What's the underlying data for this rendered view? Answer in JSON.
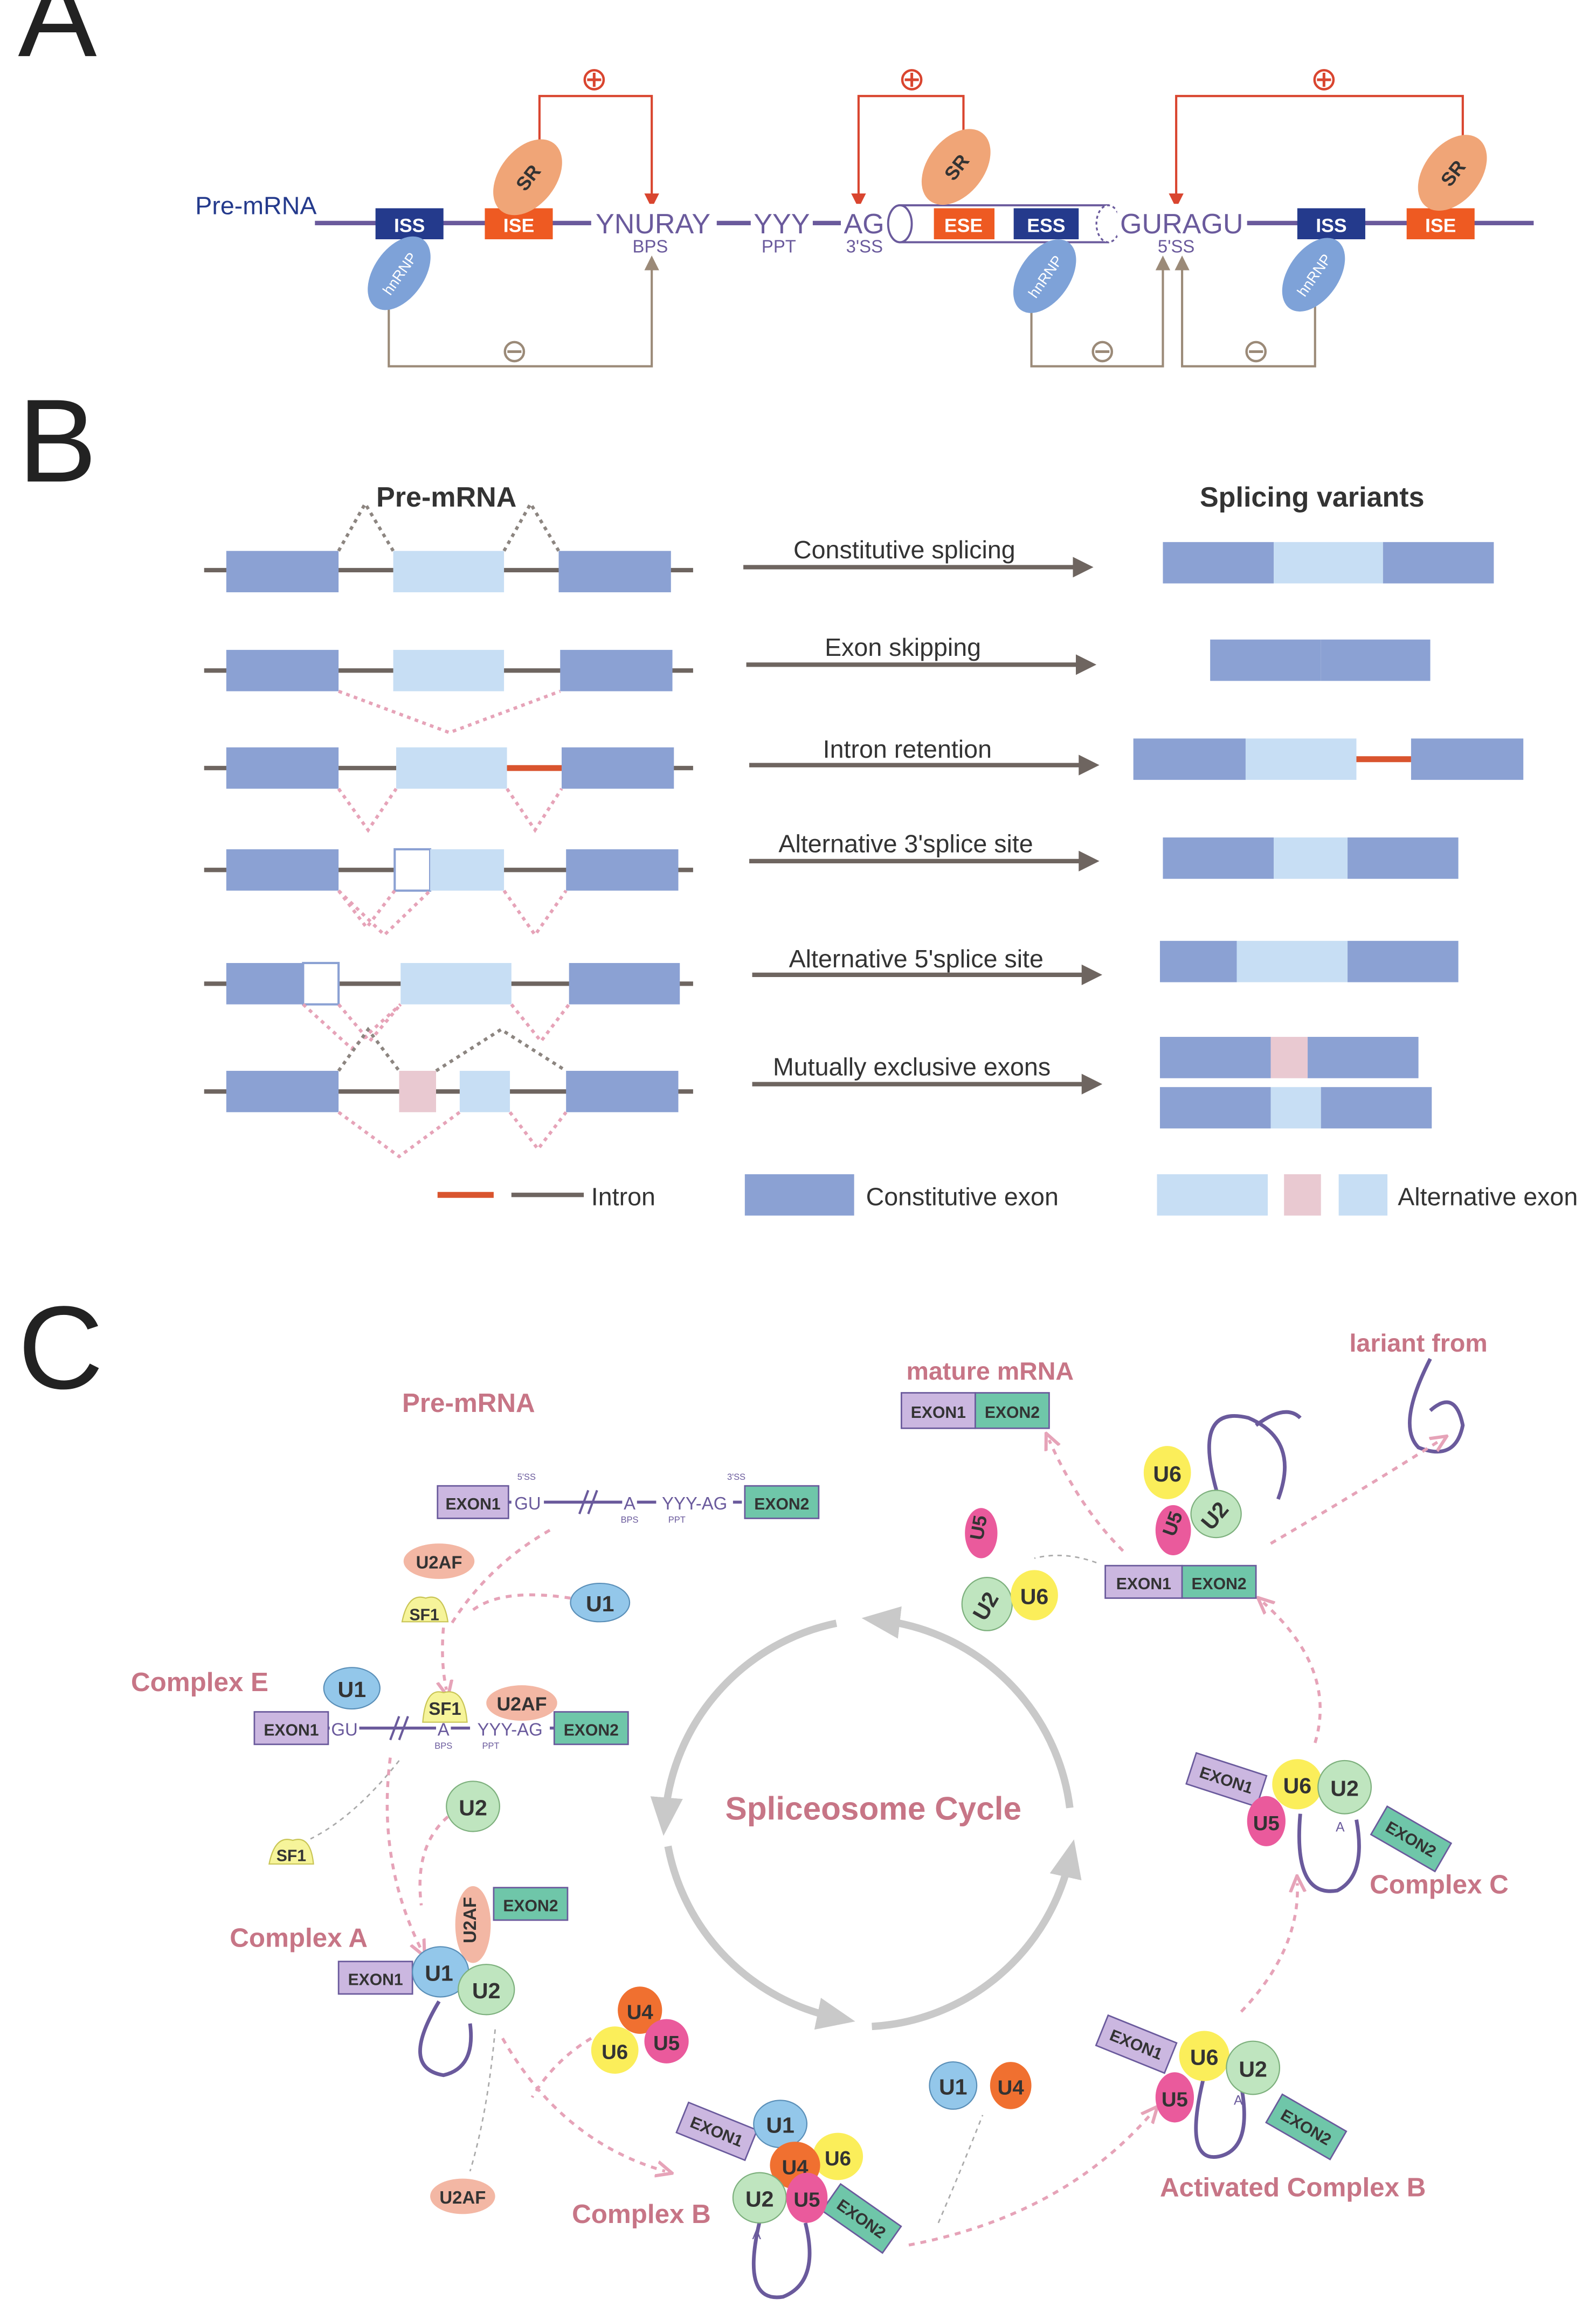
{
  "panels": [
    "A",
    "B",
    "C"
  ],
  "colors": {
    "backbone": "#6a5a9c",
    "navy": "#243a8c",
    "orange_box": "#ee5a22",
    "sr": "#f0a577",
    "hnrnp": "#7ea2d8",
    "enhancer_arrow": "#d9452f",
    "silencer_arrow": "#9b8a78",
    "const_exon": "#8ba1d3",
    "alt_exon": "#c7def4",
    "alt_exon_pink": "#e9c9d1",
    "intron_gray": "#6e6560",
    "intron_red": "#d9542e",
    "dotted_pink": "#e6a3b8",
    "dotted_gray": "#8c8580",
    "c_label": "#c77586",
    "exon1": "#cbb7e0",
    "exon2": "#6fc6a9",
    "u1": "#93c7ea",
    "u2": "#bfe5bf",
    "u4": "#f07030",
    "u5": "#ea5a9c",
    "u6": "#fbee5a",
    "u2af": "#f3b7a4",
    "sf1": "#f6f49a",
    "cycle": "#c9c9c9"
  },
  "panel_a": {
    "pre_mrna": "Pre-mRNA",
    "iss": "ISS",
    "ise": "ISE",
    "ese": "ESE",
    "ess": "ESS",
    "sr": "SR",
    "hnrnp": "hnRNP",
    "ynuray": "YNURAY",
    "bps": "BPS",
    "yyy": "YYY",
    "ppt": "PPT",
    "ag": "AG",
    "ss3": "3'SS",
    "guragu": "GURAGU",
    "ss5": "5'SS",
    "plus": "⊕",
    "minus": "⊖"
  },
  "panel_b": {
    "pre_mrna": "Pre-mRNA",
    "variants": "Splicing variants",
    "rows": [
      "Constitutive splicing",
      "Exon skipping",
      "Intron retention",
      "Alternative 3'splice site",
      "Alternative 5'splice site",
      "Mutually exclusive exons"
    ],
    "legend": {
      "intron": "Intron",
      "constitutive": "Constitutive exon",
      "alternative": "Alternative exon"
    }
  },
  "panel_c": {
    "pre_mrna": "Pre-mRNA",
    "mature_mrna": "mature mRNA",
    "lariat": "lariant from",
    "complex_e": "Complex E",
    "complex_a": "Complex A",
    "complex_b": "Complex B",
    "activated_b": "Activated Complex B",
    "complex_c": "Complex C",
    "cycle": "Spliceosome Cycle",
    "exon1": "EXON1",
    "exon2": "EXON2",
    "gu": "GU",
    "a": "A",
    "yyy_ag": "YYY-AG",
    "bps": "BPS",
    "ppt": "PPT",
    "ss5": "5'SS",
    "ss3": "3'SS",
    "u1": "U1",
    "u2": "U2",
    "u4": "U4",
    "u5": "U5",
    "u6": "U6",
    "u2af": "U2AF",
    "sf1": "SF1"
  }
}
